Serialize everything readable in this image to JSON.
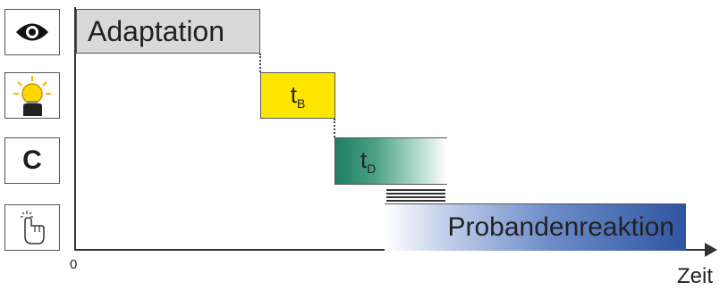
{
  "rows": [
    {
      "icon": "eye-icon"
    },
    {
      "icon": "light-bulb-hand-icon"
    },
    {
      "icon": "letter-c-icon",
      "glyph": "C"
    },
    {
      "icon": "touch-click-icon"
    }
  ],
  "phases": {
    "adaptation": "Adaptation",
    "t_b": {
      "base": "t",
      "sub": "B"
    },
    "t_d": {
      "base": "t",
      "sub": "D"
    },
    "reaction": "Probandenreaktion"
  },
  "axis": {
    "origin": "0",
    "label": "Zeit"
  },
  "colors": {
    "adaptation": "#d9d9d9",
    "t_b": "#ffe600",
    "t_d": "#1e7e63",
    "reaction": "#2f55a2"
  }
}
